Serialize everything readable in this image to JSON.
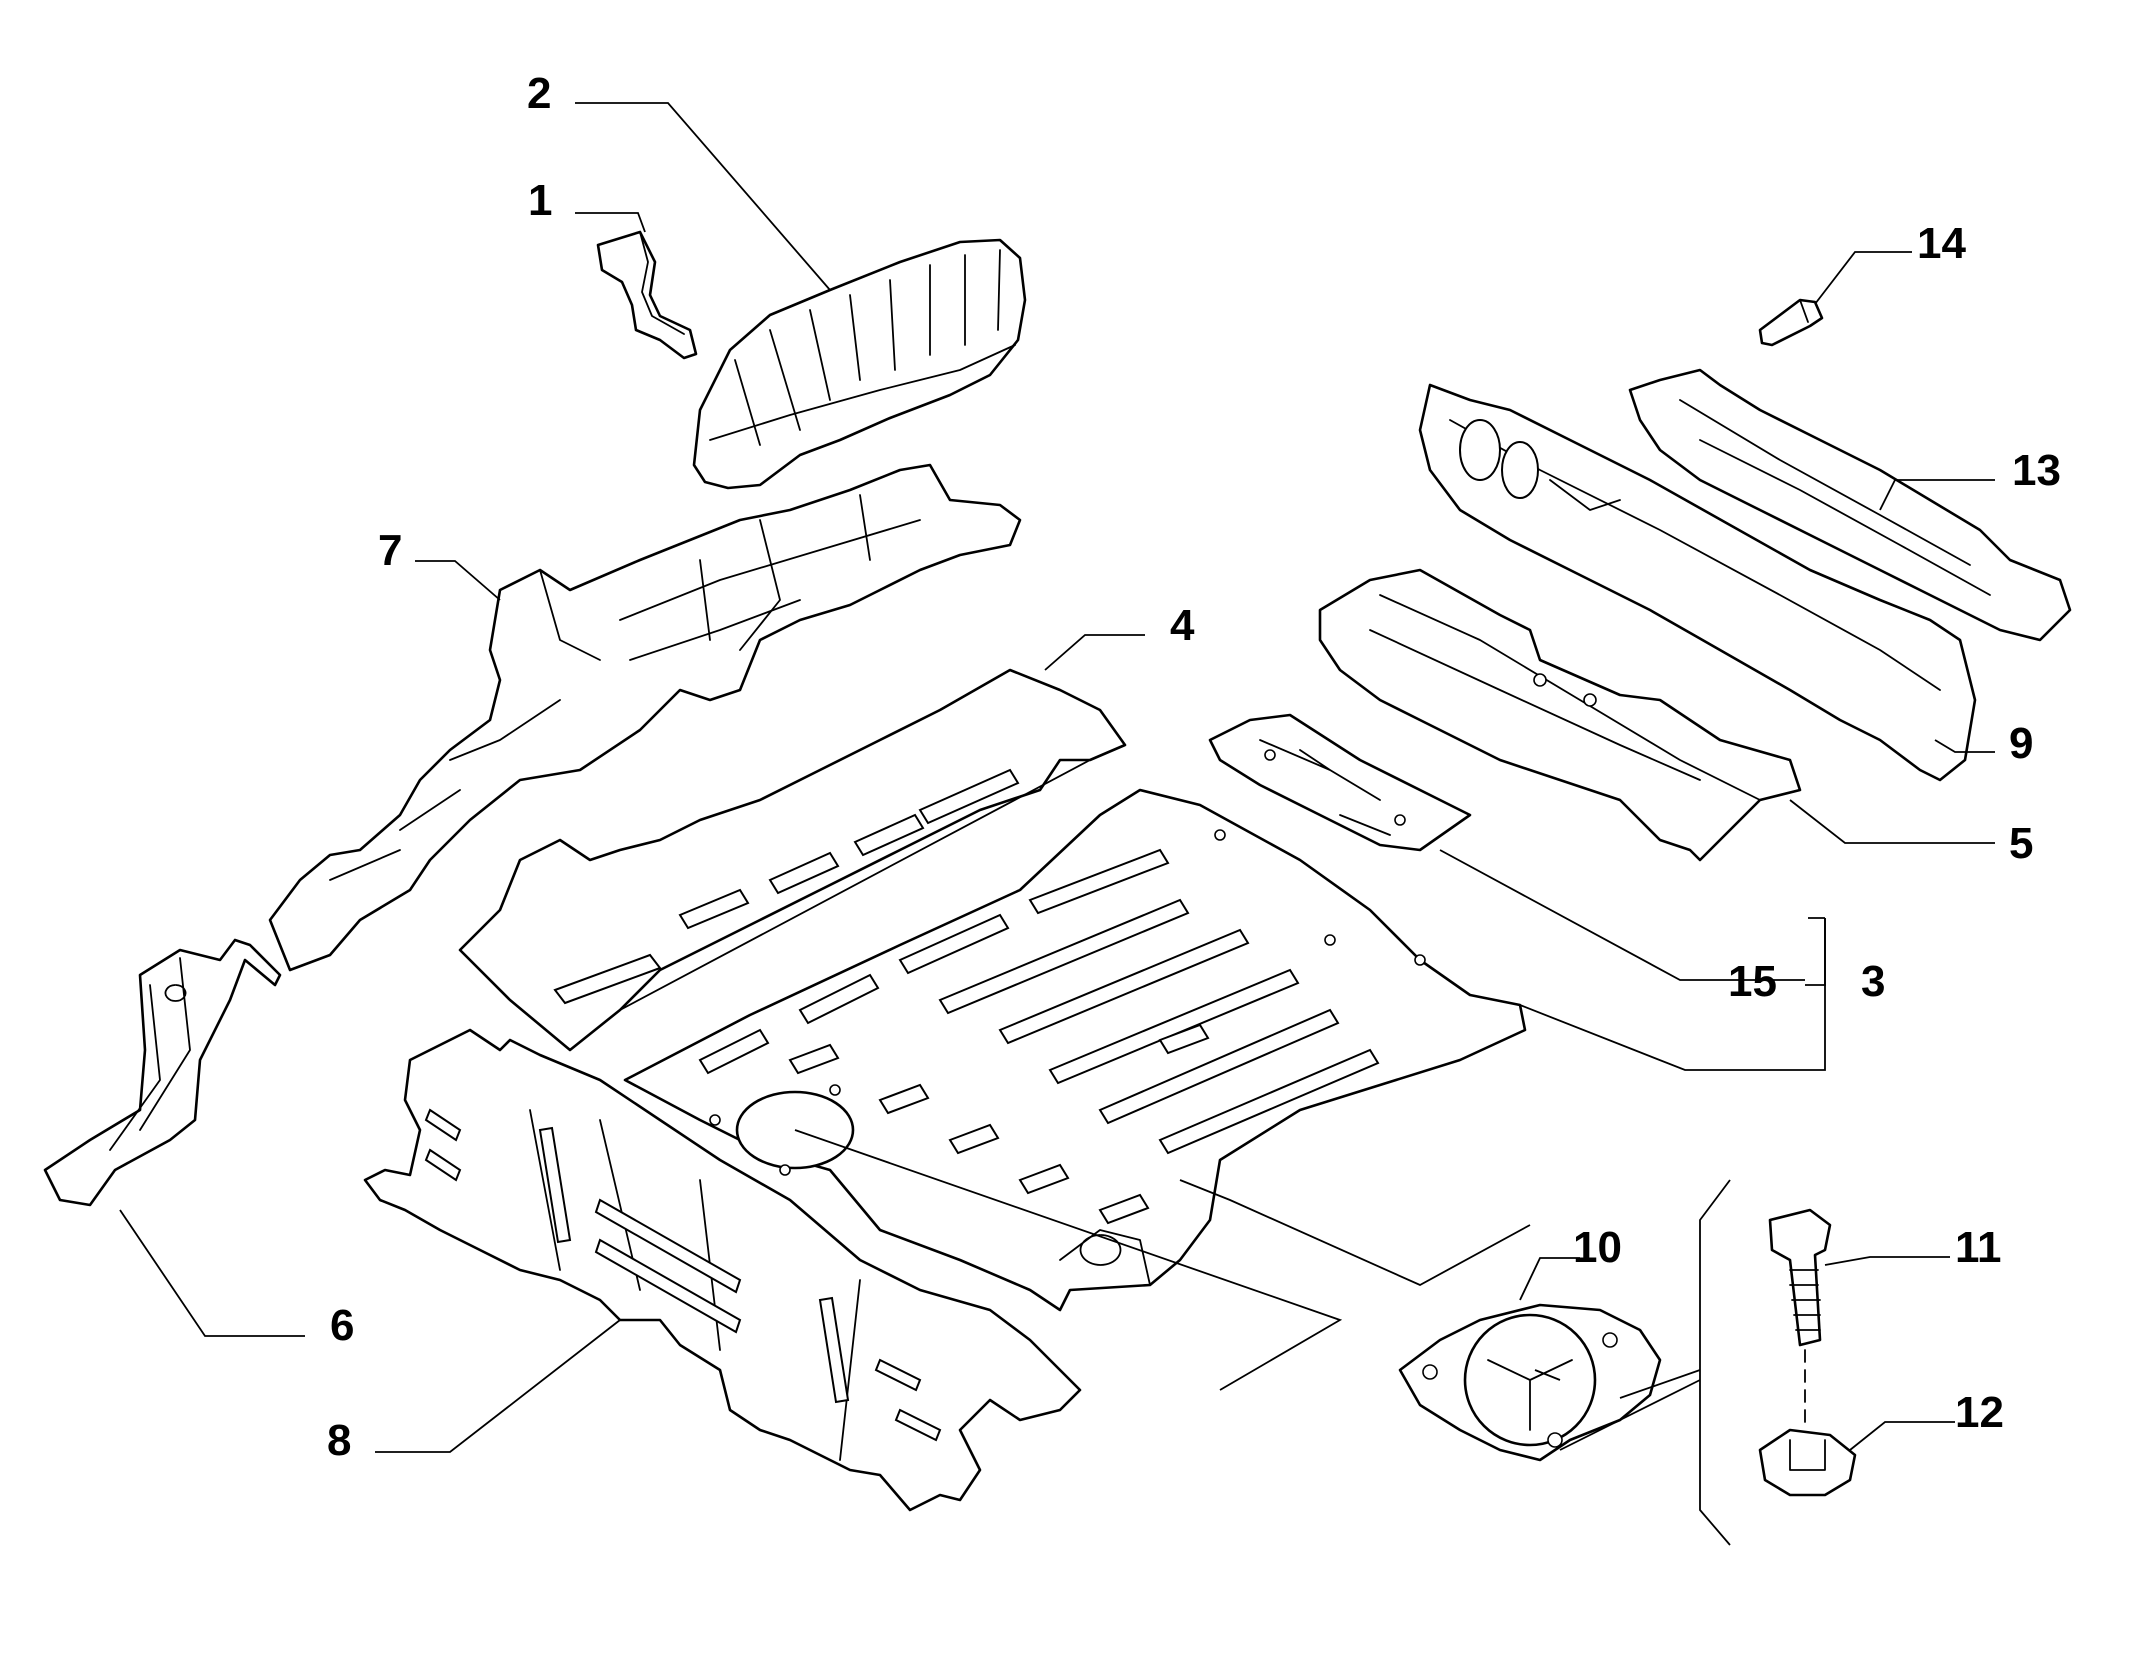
{
  "diagram": {
    "type": "exploded-parts-diagram",
    "subject": "rear floor pan assembly",
    "callouts": [
      {
        "id": "c1",
        "label": "1"
      },
      {
        "id": "c2",
        "label": "2"
      },
      {
        "id": "c3",
        "label": "3"
      },
      {
        "id": "c4",
        "label": "4"
      },
      {
        "id": "c5",
        "label": "5"
      },
      {
        "id": "c6",
        "label": "6"
      },
      {
        "id": "c7",
        "label": "7"
      },
      {
        "id": "c8",
        "label": "8"
      },
      {
        "id": "c9",
        "label": "9"
      },
      {
        "id": "c10",
        "label": "10"
      },
      {
        "id": "c11",
        "label": "11"
      },
      {
        "id": "c12",
        "label": "12"
      },
      {
        "id": "c13",
        "label": "13"
      },
      {
        "id": "c14",
        "label": "14"
      },
      {
        "id": "c15",
        "label": "15"
      }
    ],
    "colors": {
      "line": "#000000",
      "background": "#ffffff"
    }
  }
}
